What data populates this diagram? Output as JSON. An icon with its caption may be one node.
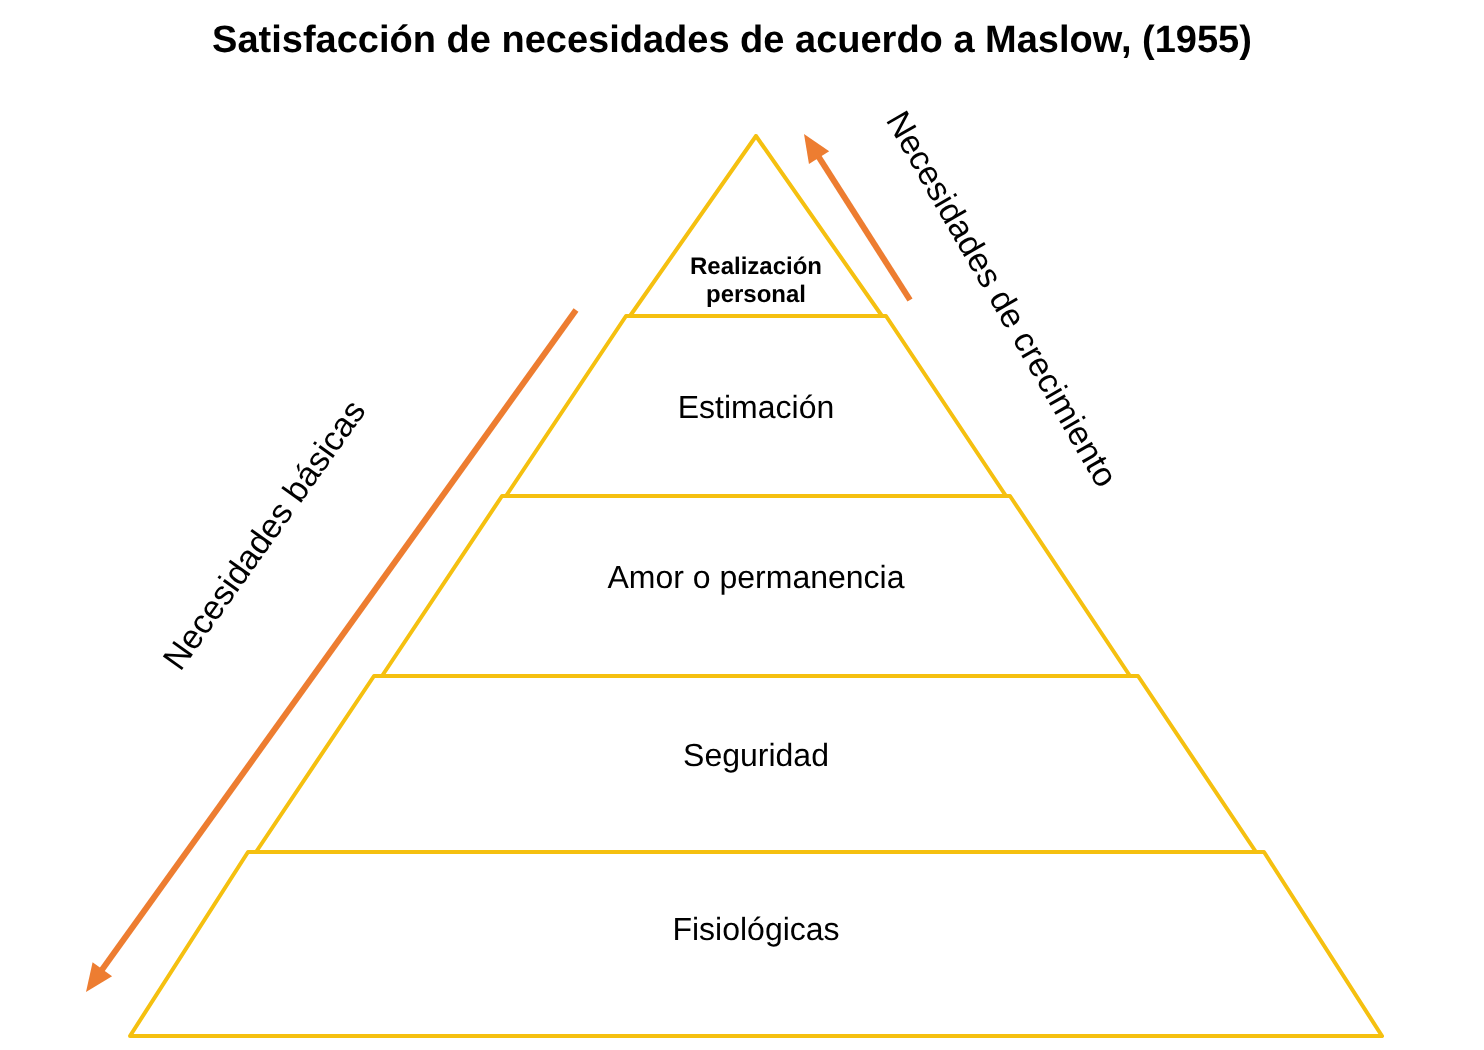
{
  "diagram": {
    "title": "Satisfacción de necesidades de acuerdo a Maslow, (1955)",
    "nodes": [
      {
        "text": [
          "Realización personal"
        ]
      },
      {
        "text": [
          "Estimación"
        ]
      },
      {
        "text": [
          "Amor o permanencia"
        ]
      },
      {
        "text": [
          "Seguridad"
        ]
      },
      {
        "text": [
          "Fisiológicas"
        ]
      }
    ],
    "labels": [
      "Necesidades de crecimiento",
      "Necesidades básicas"
    ]
  }
}
